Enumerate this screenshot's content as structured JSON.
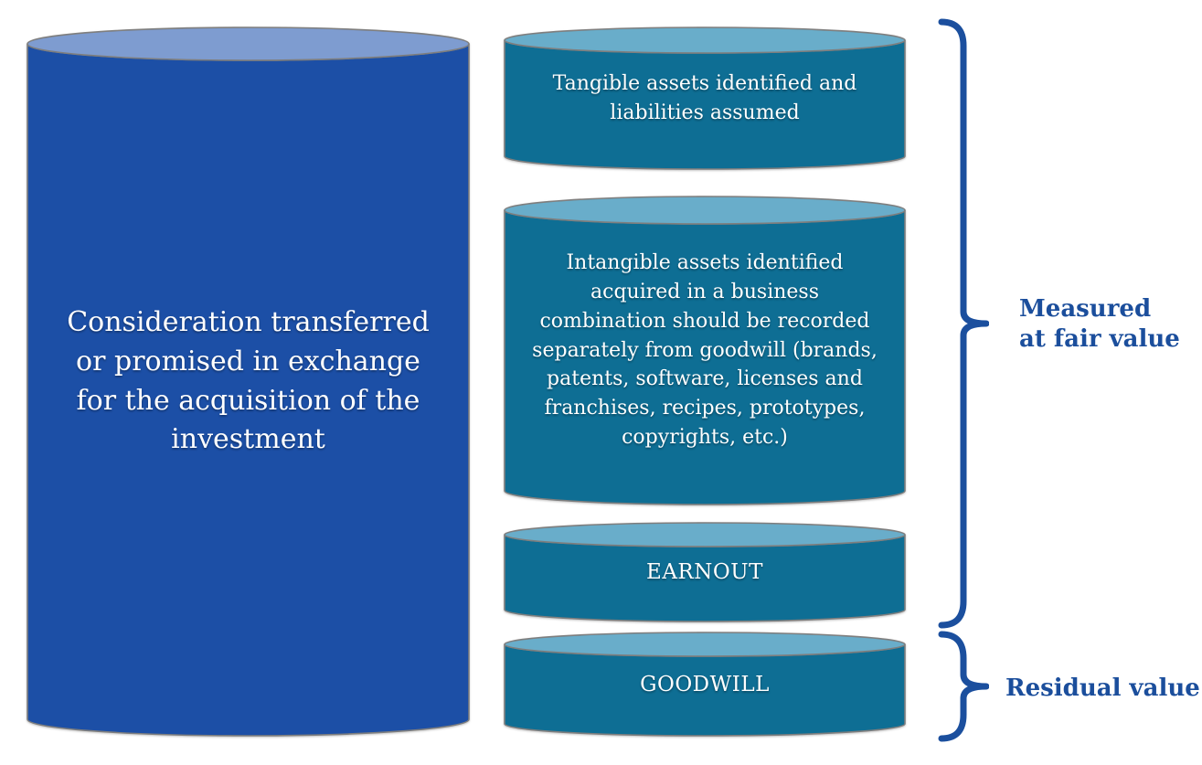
{
  "diagram": {
    "left_cylinder": {
      "text": "Consideration transferred or promised in exchange for the acquisition of the investment"
    },
    "right_cylinders": [
      {
        "name": "tangible-assets",
        "text": "Tangible assets identified and liabilities assumed"
      },
      {
        "name": "intangible-assets",
        "text": "Intangible assets identified acquired in a business combination should be recorded separately from goodwill (brands, patents, software, licenses and franchises, recipes, prototypes, copyrights, etc.)"
      },
      {
        "name": "earnout",
        "text": "EARNOUT"
      },
      {
        "name": "goodwill",
        "text": "GOODWILL"
      }
    ],
    "annotations": [
      {
        "name": "measured-at-fair-value",
        "label": "Measured at fair value",
        "applies_to": [
          "tangible-assets",
          "intangible-assets",
          "earnout"
        ]
      },
      {
        "name": "residual-value",
        "label": "Residual value",
        "applies_to": [
          "goodwill"
        ]
      }
    ]
  },
  "colors": {
    "left_cylinder_body": "#1C4FA6",
    "left_cylinder_top": "#7E9CD0",
    "right_cylinder_body": "#0E6E94",
    "right_cylinder_top": "#69ADCA",
    "outline": "#7E7E7E",
    "brace": "#1B4F9E",
    "annotation_text": "#1B4E9C",
    "cylinder_text": "#FFFFFF"
  }
}
